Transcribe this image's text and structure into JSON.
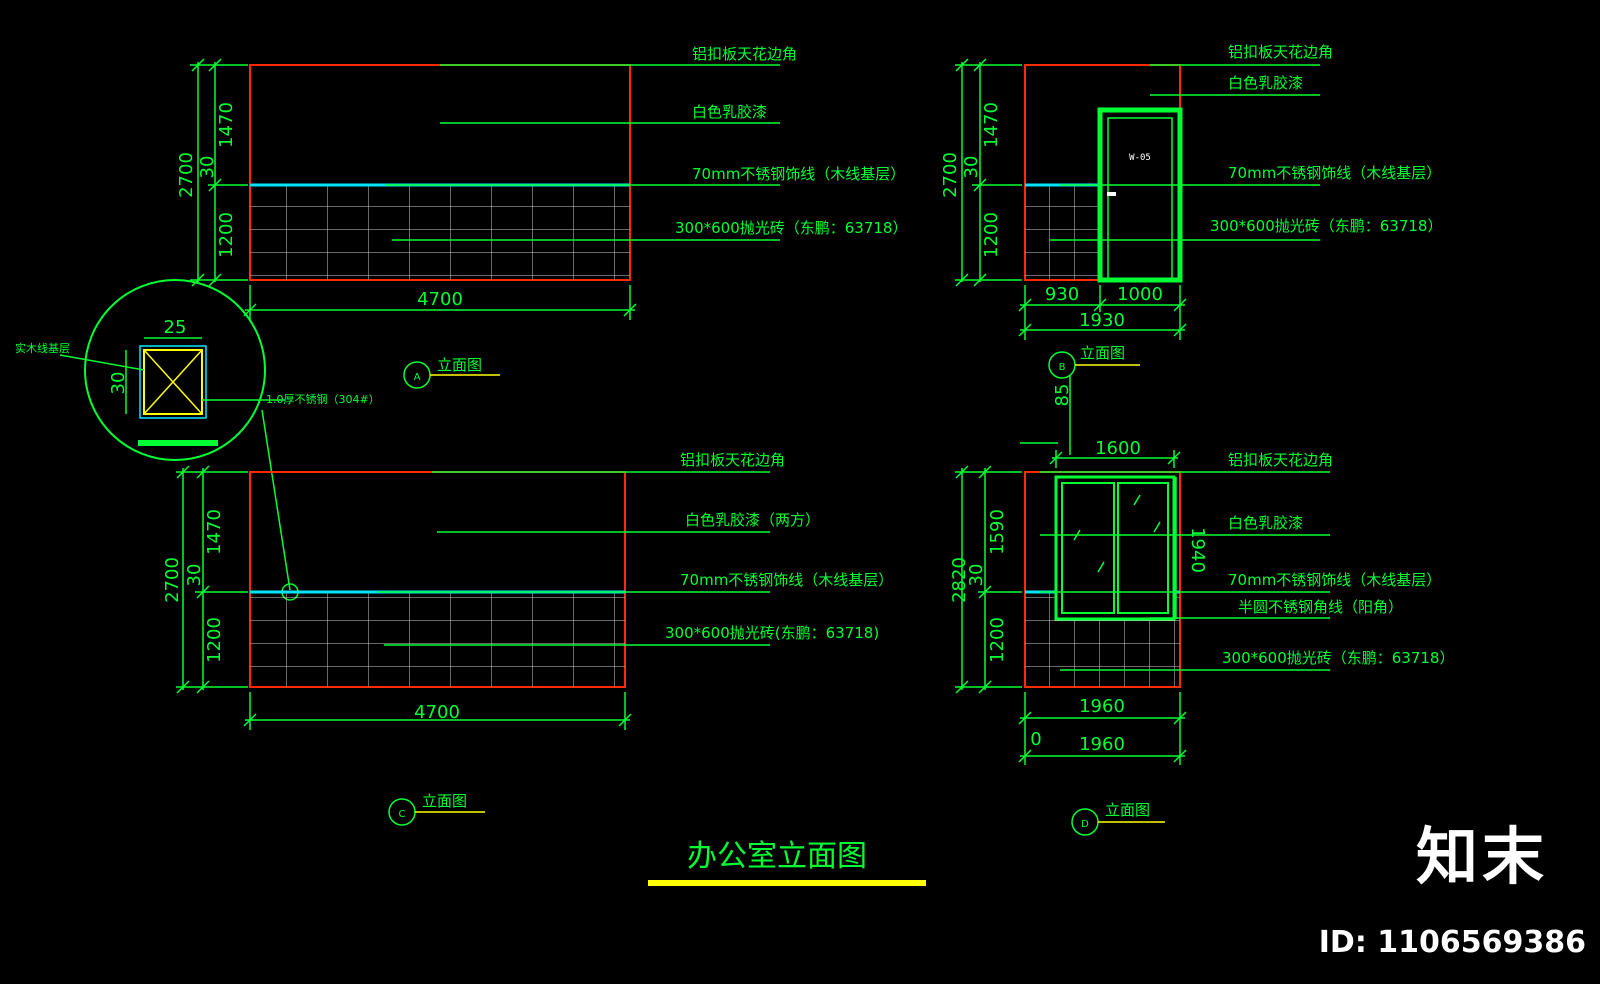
{
  "title": "办公室立面图",
  "colors": {
    "line": "#00ff33",
    "wall": "#ff2a00",
    "skirt": "#00e5ff",
    "title_bar": "#ffff00",
    "box": "#ffff00"
  },
  "elevations": {
    "A": {
      "marker": "A",
      "label": "立面图",
      "dims": {
        "total_h": "2700",
        "upper_h": "1470",
        "band_h": "30",
        "lower_h": "1200",
        "width": "4700"
      },
      "notes": [
        "铝扣板天花边角",
        "白色乳胶漆",
        "70mm不锈钢饰线（木线基层）",
        "300*600抛光砖（东鹏：63718）"
      ]
    },
    "B": {
      "marker": "B",
      "label": "立面图",
      "door_tag": "W-05",
      "dims": {
        "total_h": "2700",
        "upper_h": "1470",
        "band_h": "30",
        "lower_h": "1200",
        "w1": "930",
        "w2": "1000",
        "width": "1930",
        "offset": "85"
      },
      "notes": [
        "铝扣板天花边角",
        "白色乳胶漆",
        "70mm不锈钢饰线（木线基层）",
        "300*600抛光砖（东鹏：63718）"
      ]
    },
    "C": {
      "marker": "C",
      "label": "立面图",
      "dims": {
        "total_h": "2700",
        "upper_h": "1470",
        "band_h": "30",
        "lower_h": "1200",
        "width": "4700"
      },
      "notes": [
        "铝扣板天花边角",
        "白色乳胶漆（两方）",
        "70mm不锈钢饰线（木线基层）",
        "300*600抛光砖(东鹏：63718)"
      ]
    },
    "D": {
      "marker": "D",
      "label": "立面图",
      "dims": {
        "total_h": "2820",
        "upper_h": "1590",
        "band_h": "30",
        "lower_h": "1200",
        "win_w": "1600",
        "win_h": "1940",
        "width": "1960",
        "width2": "1960",
        "zero": "0"
      },
      "notes": [
        "铝扣板天花边角",
        "白色乳胶漆",
        "70mm不锈钢饰线（木线基层）",
        "半圆不锈钢角线（阳角）",
        "300*600抛光砖（东鹏：63718）"
      ]
    }
  },
  "detail": {
    "w": "25",
    "h": "30",
    "label_left": "实木线基层",
    "label_right": "1.0厚不锈钢（304#）"
  },
  "watermark": {
    "brand": "知末",
    "id": "ID: 1106569386"
  }
}
